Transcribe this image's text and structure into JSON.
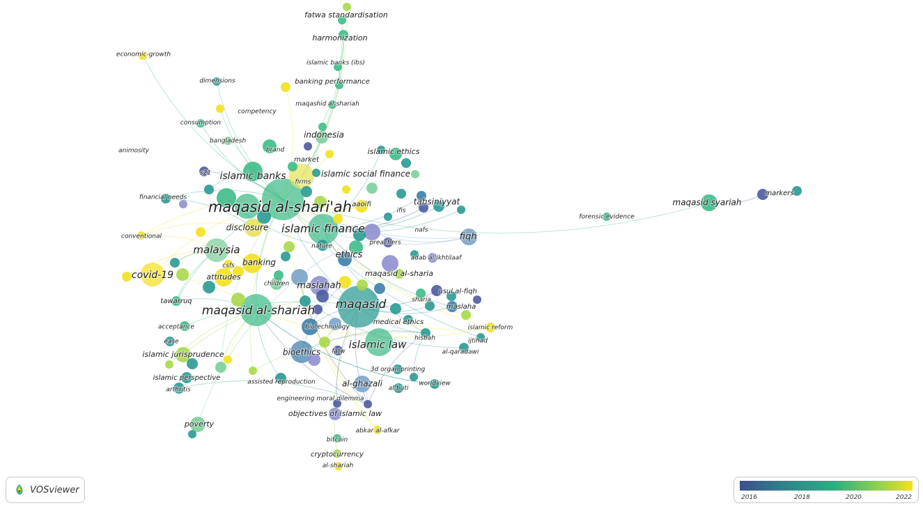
{
  "app": {
    "name": "VOSviewer"
  },
  "colorScale": {
    "ticks": [
      "2016",
      "2018",
      "2020",
      "2022"
    ],
    "colors": [
      "#3b4f8d",
      "#2f8a8a",
      "#2ab07f",
      "#8fd14f",
      "#f5e11c"
    ]
  },
  "labels": [
    {
      "text": "fatwa standardisation"
    },
    {
      "text": "harmonization"
    },
    {
      "text": "economic-growth"
    },
    {
      "text": "islamic banks (ibs)"
    },
    {
      "text": "dimensions"
    },
    {
      "text": "banking performance"
    },
    {
      "text": "maqashid al-shariah"
    },
    {
      "text": "competency"
    },
    {
      "text": "consumption"
    },
    {
      "text": "indonesia"
    },
    {
      "text": "bangladesh"
    },
    {
      "text": "brand"
    },
    {
      "text": "islamic ethics"
    },
    {
      "text": "animosity"
    },
    {
      "text": "market"
    },
    {
      "text": "islamic social finance"
    },
    {
      "text": "s21"
    },
    {
      "text": "islamic banks"
    },
    {
      "text": "firms"
    },
    {
      "text": "tahsiniyyat"
    },
    {
      "text": "financial needs"
    },
    {
      "text": "maqasid al-shari'ah"
    },
    {
      "text": "aaoifi"
    },
    {
      "text": "ifis"
    },
    {
      "text": "maqasid syariah"
    },
    {
      "text": "markers"
    },
    {
      "text": "nafs"
    },
    {
      "text": "forensic evidence"
    },
    {
      "text": "disclosure"
    },
    {
      "text": "islamic finance"
    },
    {
      "text": "conventional"
    },
    {
      "text": "fiqh"
    },
    {
      "text": "preachers"
    },
    {
      "text": "nature"
    },
    {
      "text": "malaysia"
    },
    {
      "text": "ethics"
    },
    {
      "text": "adab al-ikhtilaaf"
    },
    {
      "text": "csfs"
    },
    {
      "text": "banking"
    },
    {
      "text": "covid-19"
    },
    {
      "text": "attitudes"
    },
    {
      "text": "maqasid al-sharia"
    },
    {
      "text": "children"
    },
    {
      "text": "maslahah"
    },
    {
      "text": "usul al-fiqh"
    },
    {
      "text": "tawarruq"
    },
    {
      "text": "sharia"
    },
    {
      "text": "maslaha"
    },
    {
      "text": "maqasid"
    },
    {
      "text": "maqasid al-shariah"
    },
    {
      "text": "acceptance"
    },
    {
      "text": "medical ethics"
    },
    {
      "text": "biotechnology"
    },
    {
      "text": "islamic reform"
    },
    {
      "text": "ijtihad"
    },
    {
      "text": "ease"
    },
    {
      "text": "hisbah"
    },
    {
      "text": "islamic law"
    },
    {
      "text": "bioethics"
    },
    {
      "text": "al-qaradawi"
    },
    {
      "text": "islamic jurisprudence"
    },
    {
      "text": "fatw"
    },
    {
      "text": "3d organ printing"
    },
    {
      "text": "islamic perspective"
    },
    {
      "text": "assisted reproduction"
    },
    {
      "text": "worldview"
    },
    {
      "text": "al-ghazali"
    },
    {
      "text": "arthritis"
    },
    {
      "text": "al-buti"
    },
    {
      "text": "engineering moral dilemma"
    },
    {
      "text": "objectives of islamic law"
    },
    {
      "text": "poverty"
    },
    {
      "text": "abkar al-afkar"
    },
    {
      "text": "bitcoin"
    },
    {
      "text": "cryptocurrency"
    },
    {
      "text": "al-shariah"
    }
  ]
}
